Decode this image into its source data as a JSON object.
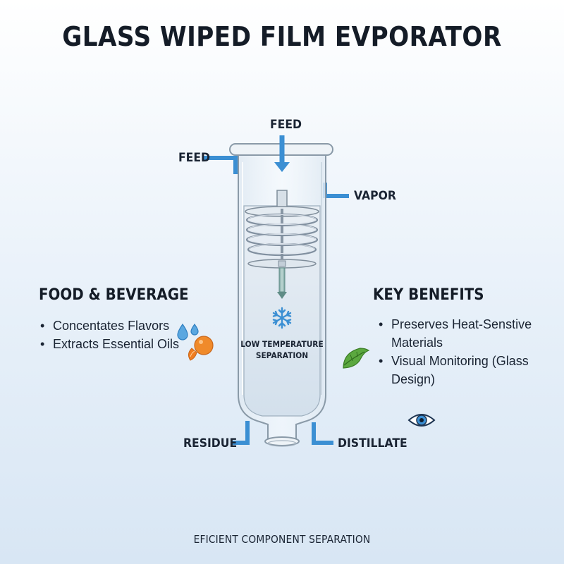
{
  "title": "GLASS WIPED FILM EVPORATOR",
  "labels": {
    "feed_top": "FEED",
    "feed_side": "FEED",
    "vapor": "VAPOR",
    "residue": "RESIDUE",
    "distillate": "DISTILLATE",
    "inner_line1": "LOW TEMPERATURE",
    "inner_line2": "SEPARATION"
  },
  "left_section": {
    "heading": "FOOD & BEVERAGE",
    "items": [
      "Concentates Flavors",
      "Extracts Essential Oils"
    ]
  },
  "right_section": {
    "heading": "KEY BENEFITS",
    "items": [
      "Preserves Heat-Senstive Materials",
      "Visual Monitoring (Glass",
      "Design)"
    ]
  },
  "footer": "EFICIENT COMPONENT SEPARATION",
  "icons": [
    "water-drops-icon",
    "orange-fruit-icon",
    "snowflake-icon",
    "leaf-icon",
    "eye-icon"
  ],
  "colors": {
    "accent_blue": "#3b8fd3",
    "glass_outline": "#8a9aa8",
    "orange": "#ef7d22",
    "leaf_green": "#4e9a35"
  }
}
